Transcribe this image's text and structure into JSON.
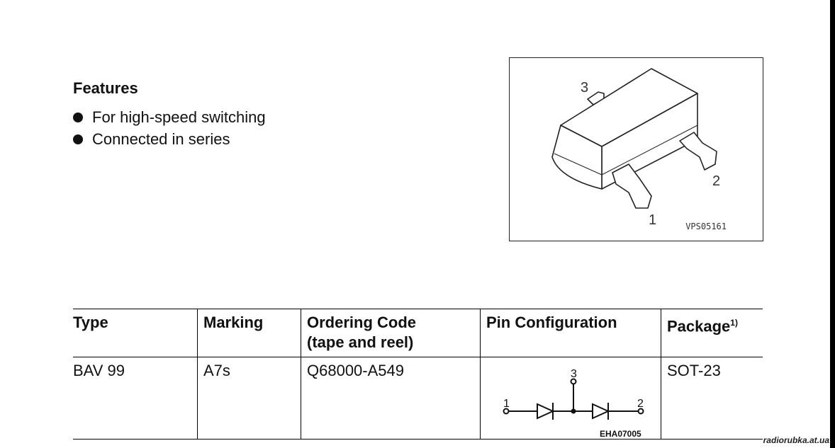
{
  "features": {
    "heading": "Features",
    "items": [
      "For high-speed switching",
      "Connected in series"
    ]
  },
  "package_drawing": {
    "pin_labels": [
      "3",
      "2",
      "1"
    ],
    "code": "VPS05161"
  },
  "table": {
    "headers": {
      "type": "Type",
      "marking": "Marking",
      "ordering_code_line1": "Ordering Code",
      "ordering_code_line2": "(tape and reel)",
      "pin_configuration": "Pin Configuration",
      "package": "Package",
      "package_footnote": "1)"
    },
    "row": {
      "type": "BAV 99",
      "marking": "A7s",
      "ordering_code": "Q68000-A549",
      "pin_labels": [
        "1",
        "3",
        "2"
      ],
      "pin_code": "EHA07005",
      "package": "SOT-23"
    }
  },
  "watermark": "radiorubka.at.ua"
}
